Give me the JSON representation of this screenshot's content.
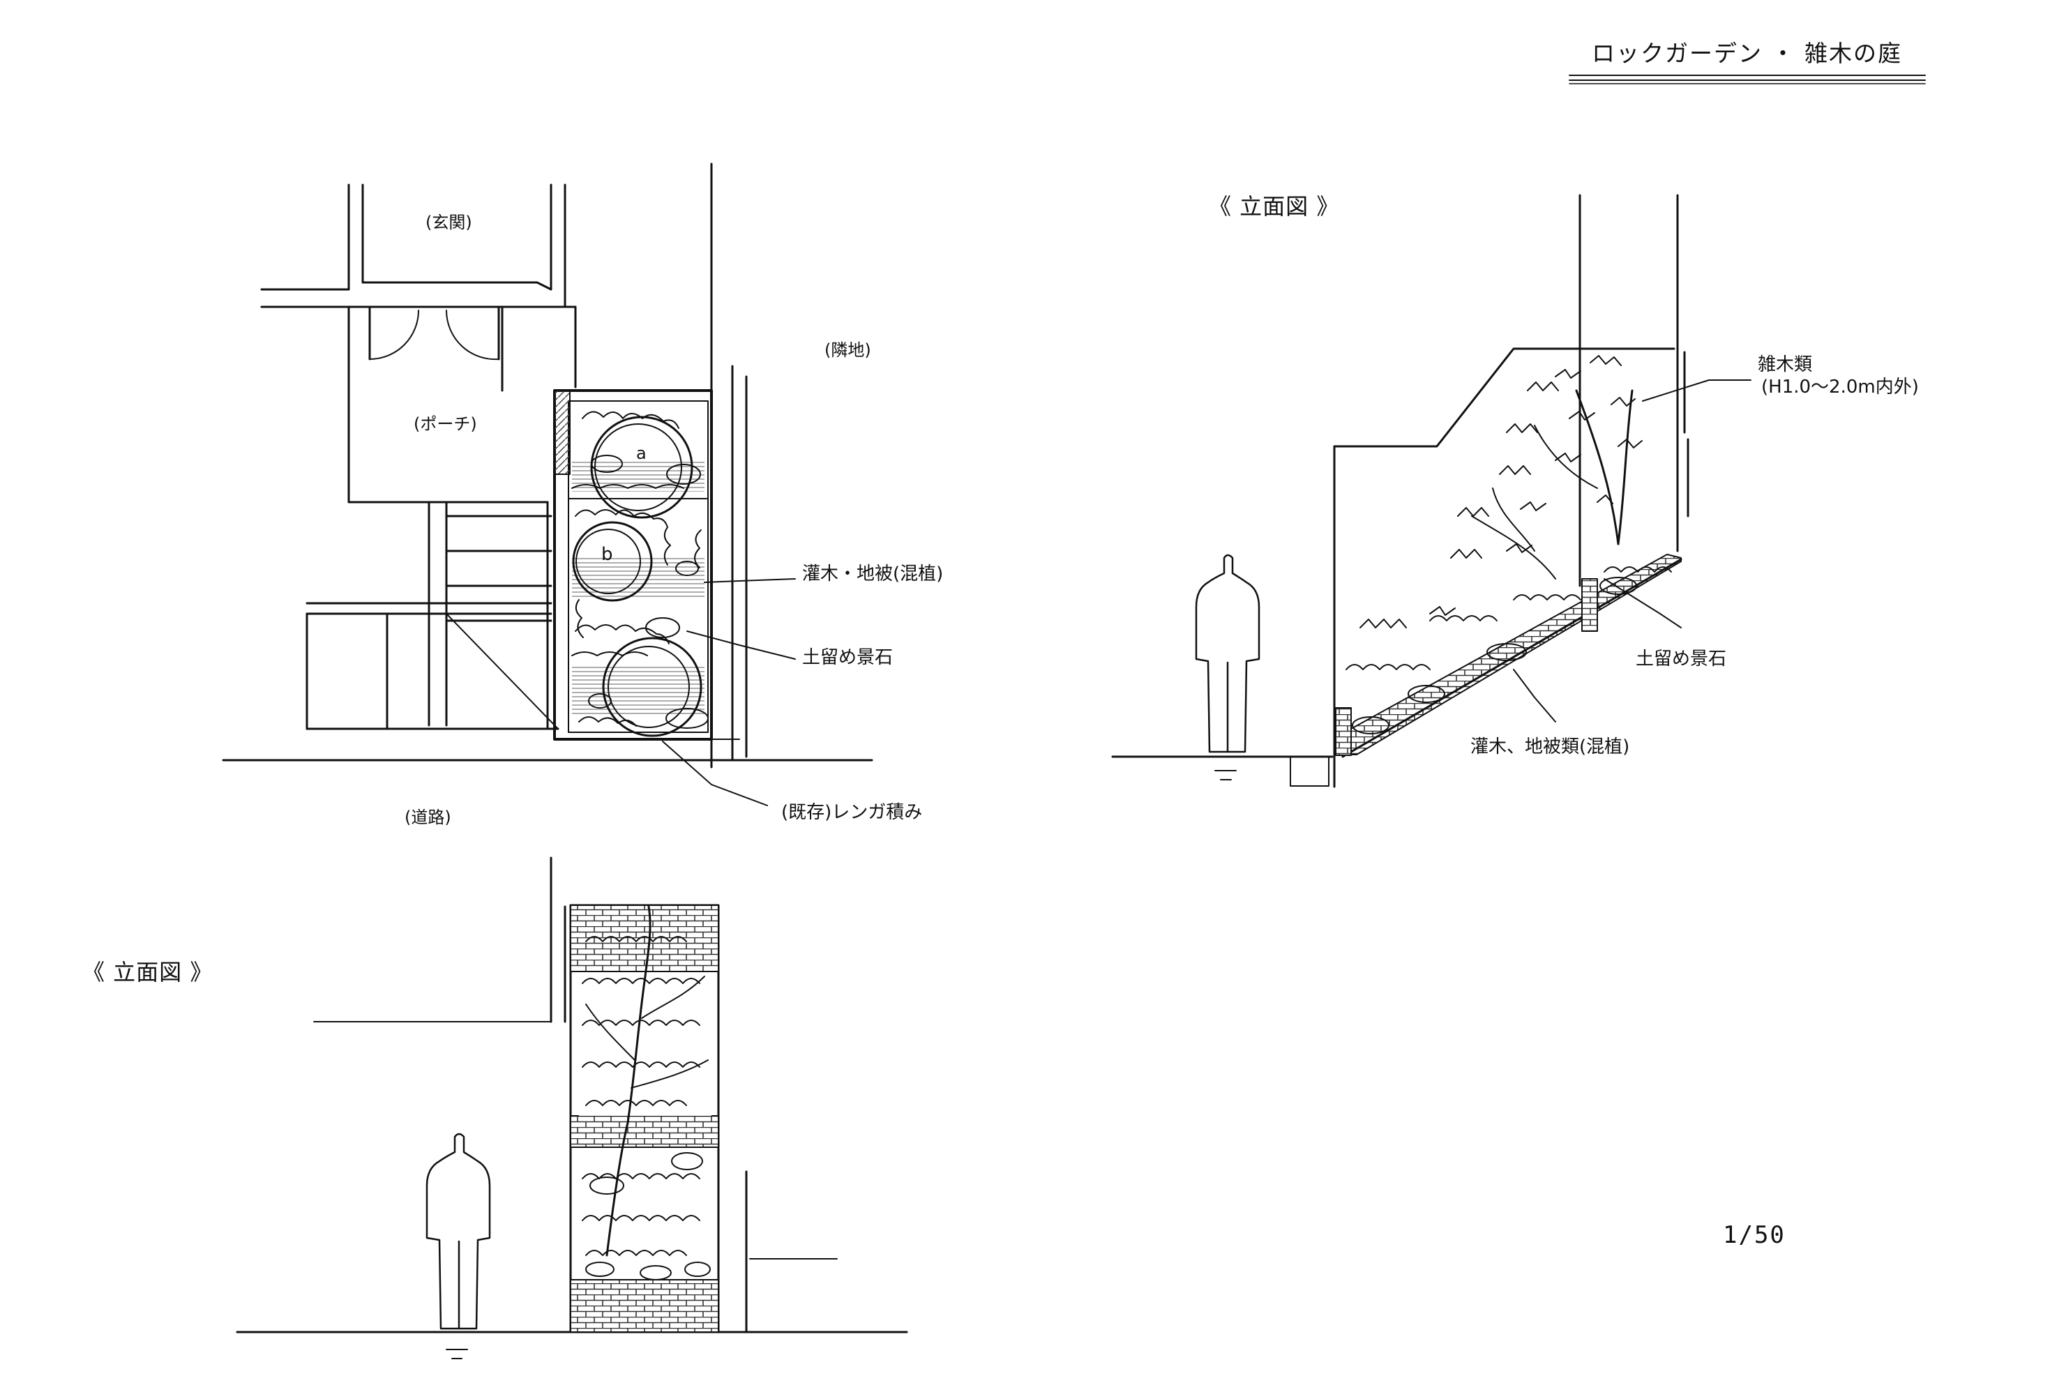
{
  "sheet": {
    "title": "ロックガーデン ・ 雑木の庭",
    "scale": "1/50"
  },
  "plan": {
    "entrance": "(玄関)",
    "porch": "(ポーチ)",
    "neighbor": "(隣地)",
    "road": "(道路)",
    "shrubs": "灌木・地被(混植)",
    "retaining_stone": "土留め景石",
    "existing_brick": "(既存)レンガ積み",
    "tree_a": "a",
    "tree_b": "b"
  },
  "elevation_front": {
    "heading": "《 立面図 》"
  },
  "elevation_side": {
    "heading": "《 立面図 》",
    "trees": "雑木類",
    "trees_height": "(H1.0～2.0m内外)",
    "retaining_stone": "土留め景石",
    "shrubs": "灌木、地被類(混植)"
  }
}
